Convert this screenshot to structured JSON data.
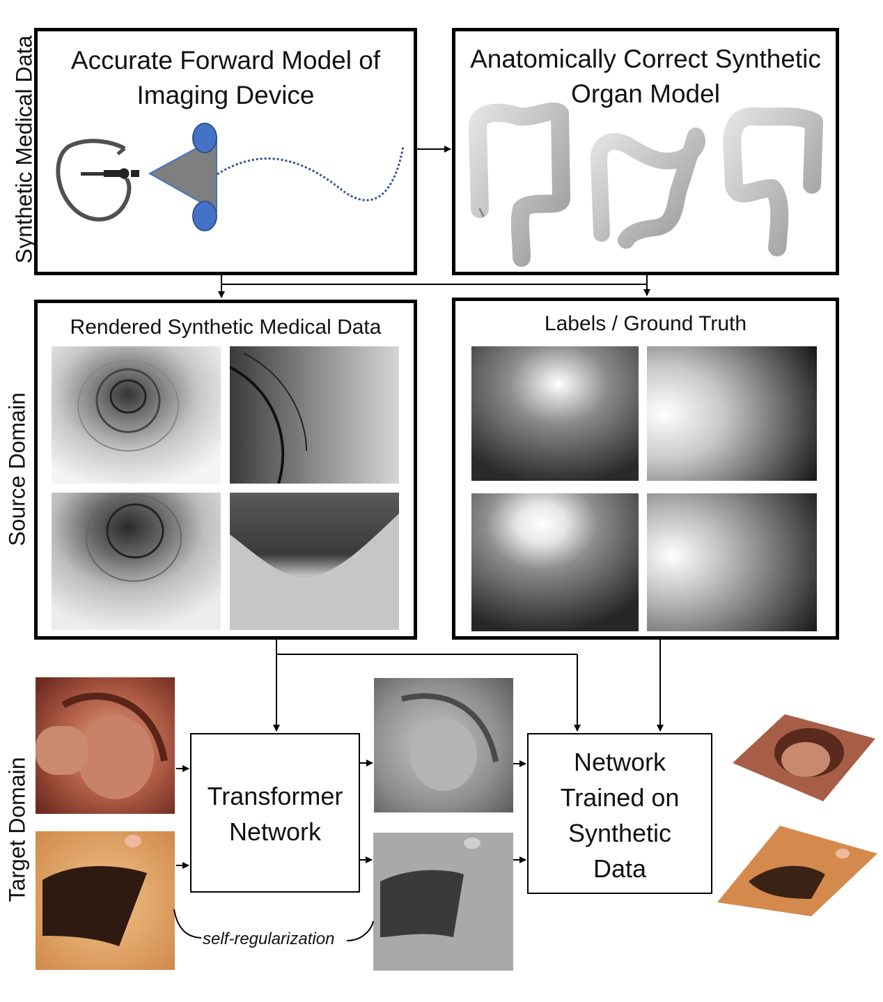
{
  "side_labels": {
    "synthetic": "Synthetic Medical Data",
    "source": "Source Domain",
    "target": "Target Domain"
  },
  "forward_model": {
    "title_line1": "Accurate Forward Model of",
    "title_line2": "Imaging Device"
  },
  "organ_model": {
    "title_line1": "Anatomically Correct Synthetic",
    "title_line2": "Organ Model"
  },
  "rendered": {
    "title": "Rendered Synthetic Medical Data"
  },
  "labels_box": {
    "title": "Labels / Ground Truth"
  },
  "transformer": {
    "line1": "Transformer",
    "line2": "Network"
  },
  "trained_network": {
    "line1": "Network",
    "line2": "Trained on",
    "line3": "Synthetic",
    "line4": "Data"
  },
  "self_reg": "self-regularization",
  "colors": {
    "camera_blue": "#4472c4",
    "frustum_gray": "#7f7f7f",
    "tissue_red": "#b85a42",
    "tissue_orange": "#e49a55"
  }
}
